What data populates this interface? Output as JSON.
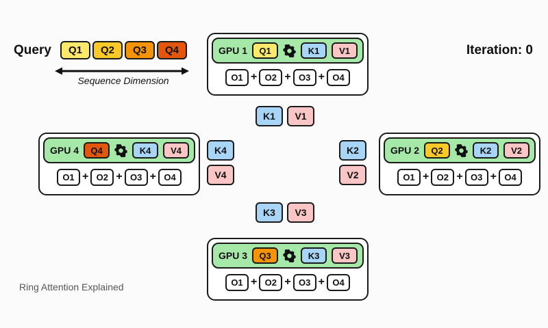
{
  "background": "#fbfbfb",
  "colors": {
    "gpu_header_green": "#a5e8a8",
    "k_blue": "#a8d4f5",
    "v_pink": "#f9c5c5",
    "outline": "#1a1a1a",
    "card_white": "#ffffff",
    "caption_gray": "#555555",
    "q_gradient": [
      "#fbe96b",
      "#f9c927",
      "#f59408",
      "#e2570d"
    ]
  },
  "legend": {
    "title": "Query",
    "blocks": [
      {
        "label": "Q1",
        "color": "#fbe96b"
      },
      {
        "label": "Q2",
        "color": "#f9c927"
      },
      {
        "label": "Q3",
        "color": "#f59408"
      },
      {
        "label": "Q4",
        "color": "#e2570d"
      }
    ],
    "axis_caption": "Sequence Dimension"
  },
  "status": {
    "iteration_label": "Iteration: 0"
  },
  "caption": "Ring Attention Explained",
  "gpus": [
    {
      "name": "GPU 1",
      "position": "top",
      "query": {
        "label": "Q1",
        "color": "#fbe96b"
      },
      "gear_icon": "gear-icon",
      "key": {
        "label": "K1",
        "color": "#a8d4f5"
      },
      "value": {
        "label": "V1",
        "color": "#f9c5c5"
      },
      "outputs": [
        "O1",
        "O2",
        "O3",
        "O4"
      ],
      "operator": "+"
    },
    {
      "name": "GPU 2",
      "position": "right",
      "query": {
        "label": "Q2",
        "color": "#f9c927"
      },
      "gear_icon": "gear-icon",
      "key": {
        "label": "K2",
        "color": "#a8d4f5"
      },
      "value": {
        "label": "V2",
        "color": "#f9c5c5"
      },
      "outputs": [
        "O1",
        "O2",
        "O3",
        "O4"
      ],
      "operator": "+"
    },
    {
      "name": "GPU 3",
      "position": "bottom",
      "query": {
        "label": "Q3",
        "color": "#f59408"
      },
      "gear_icon": "gear-icon",
      "key": {
        "label": "K3",
        "color": "#a8d4f5"
      },
      "value": {
        "label": "V3",
        "color": "#f9c5c5"
      },
      "outputs": [
        "O1",
        "O2",
        "O3",
        "O4"
      ],
      "operator": "+"
    },
    {
      "name": "GPU 4",
      "position": "left",
      "query": {
        "label": "Q4",
        "color": "#e2570d"
      },
      "gear_icon": "gear-icon",
      "key": {
        "label": "K4",
        "color": "#a8d4f5"
      },
      "value": {
        "label": "V4",
        "color": "#f9c5c5"
      },
      "outputs": [
        "O1",
        "O2",
        "O3",
        "O4"
      ],
      "operator": "+"
    }
  ],
  "ring_transfers": [
    {
      "position": "top",
      "orientation": "horizontal",
      "key": {
        "label": "K1",
        "color": "#a8d4f5"
      },
      "value": {
        "label": "V1",
        "color": "#f9c5c5"
      }
    },
    {
      "position": "right",
      "orientation": "vertical",
      "key": {
        "label": "K2",
        "color": "#a8d4f5"
      },
      "value": {
        "label": "V2",
        "color": "#f9c5c5"
      }
    },
    {
      "position": "bottom",
      "orientation": "horizontal",
      "key": {
        "label": "K3",
        "color": "#a8d4f5"
      },
      "value": {
        "label": "V3",
        "color": "#f9c5c5"
      }
    },
    {
      "position": "left",
      "orientation": "vertical",
      "key": {
        "label": "K4",
        "color": "#a8d4f5"
      },
      "value": {
        "label": "V4",
        "color": "#f9c5c5"
      }
    }
  ]
}
